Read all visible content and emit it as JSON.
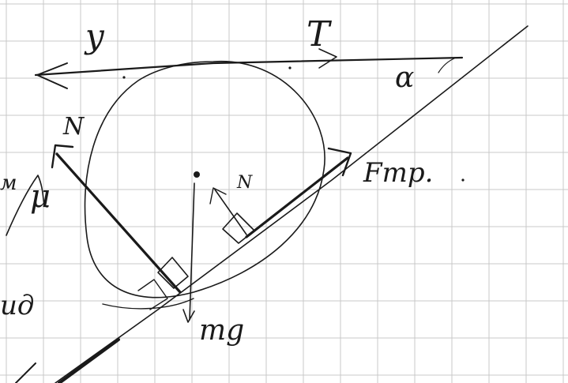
{
  "labels": {
    "tension": "T",
    "direction": "y",
    "angle": "α",
    "normal_left": "N",
    "normal_right": "N",
    "friction_coef": "μ",
    "friction_force": "Fтр.",
    "gravity": "mg",
    "margin_top": "м",
    "margin_mid": "ид"
  },
  "colors": {
    "ink": "#1a1a1a",
    "grid": "#c9c9c9",
    "paper": "#ffffff"
  }
}
